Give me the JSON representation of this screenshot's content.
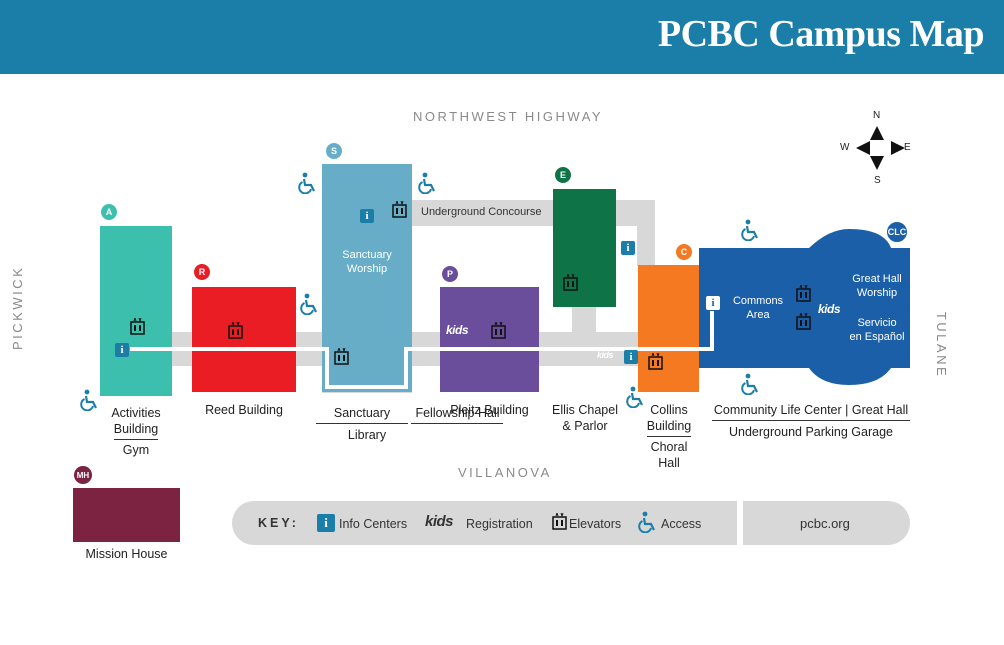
{
  "header": {
    "title": "PCBC Campus Map"
  },
  "streets": {
    "north": "NORTHWEST HIGHWAY",
    "south": "VILLANOVA",
    "west": "PICKWICK",
    "east": "TULANE"
  },
  "compass": {
    "n": "N",
    "s": "S",
    "e": "E",
    "w": "W"
  },
  "concourse": {
    "label": "Underground Concourse"
  },
  "buildings": {
    "activities": {
      "badge": "A",
      "color": "#3dbfad",
      "label1": "Activities",
      "label2": "Building",
      "label3": "Gym"
    },
    "reed": {
      "badge": "R",
      "color": "#ea1c24",
      "label1": "Reed Building"
    },
    "sanctuary": {
      "badge": "S",
      "color": "#67adc8",
      "inner1": "Sanctuary",
      "inner2": "Worship",
      "label1": "Sanctuary",
      "label2": "Fellowship Hall",
      "label3": "Library"
    },
    "pleitz": {
      "badge": "P",
      "color": "#6a4e9c",
      "label1": "Pleitz Building"
    },
    "ellis": {
      "badge": "E",
      "color": "#0e7447",
      "label1": "Ellis Chapel",
      "label2": "& Parlor"
    },
    "collins": {
      "badge": "C",
      "color": "#f47920",
      "label1": "Collins",
      "label2": "Building",
      "label3": "Choral",
      "label4": "Hall"
    },
    "clc": {
      "badge": "CLC",
      "color": "#1b5fa8",
      "inner_left1": "Commons",
      "inner_left2": "Area",
      "inner_right1": "Great Hall",
      "inner_right2": "Worship",
      "inner_right3": "Servicio",
      "inner_right4": "en Español",
      "label1": "Community Life Center",
      "label2": "Great Hall",
      "label3": "Underground Parking Garage"
    },
    "mission": {
      "badge": "MH",
      "color": "#7c2342",
      "label1": "Mission House"
    }
  },
  "kids_text": "kids",
  "key": {
    "title": "KEY:",
    "info": "Info Centers",
    "registration": "Registration",
    "elevators": "Elevators",
    "access": "Access",
    "website": "pcbc.org"
  },
  "icons": [
    "info-icon",
    "kids-icon",
    "elevator-icon",
    "accessibility-icon",
    "compass-icon"
  ],
  "colors": {
    "header": "#1b7ea9",
    "walkway": "#d9d8d8",
    "key_bar": "#d9d8d8"
  }
}
